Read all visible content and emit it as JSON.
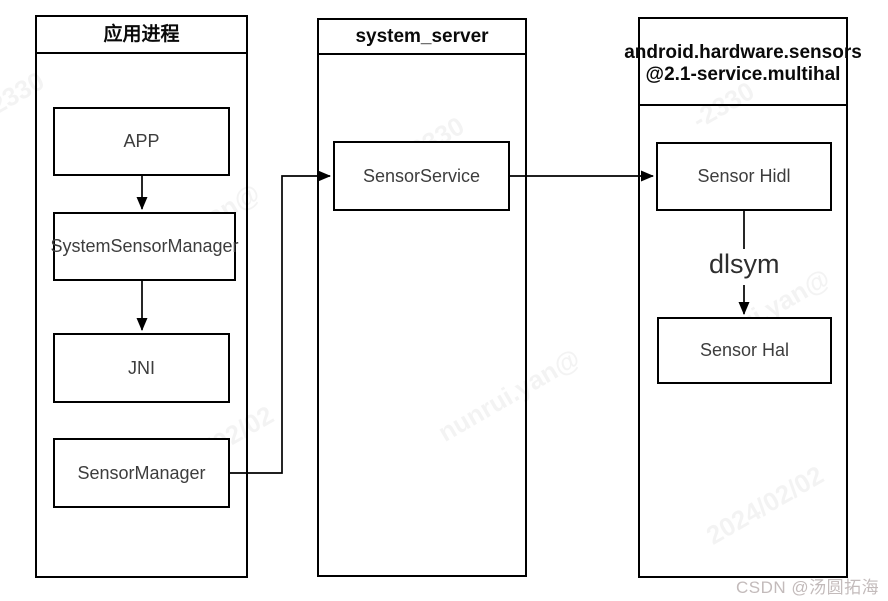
{
  "colors": {
    "border": "#000000",
    "node_text": "#3d3d3d",
    "title_text": "#0a0a0a",
    "credit_watermark": "#c3bbbb"
  },
  "containers": {
    "app_process": {
      "title": "应用进程"
    },
    "system_server": {
      "title": "system_server"
    },
    "multihal": {
      "title_line1": "android.hardware.sensors",
      "title_line2": "@2.1-service.multihal"
    }
  },
  "nodes": {
    "app": "APP",
    "system_sensor_manager": "SystemSensorManager",
    "jni": "JNI",
    "sensor_manager": "SensorManager",
    "sensor_service": "SensorService",
    "sensor_hidl": "Sensor Hidl",
    "sensor_hal": "Sensor Hal"
  },
  "edges": {
    "dlsym_label": "dlsym"
  },
  "watermarks": {
    "credit": "CSDN @汤圆拓海",
    "bg_email": "nunrui.yan@",
    "bg_date": "2024/02/02",
    "bg_num": "-2330"
  }
}
